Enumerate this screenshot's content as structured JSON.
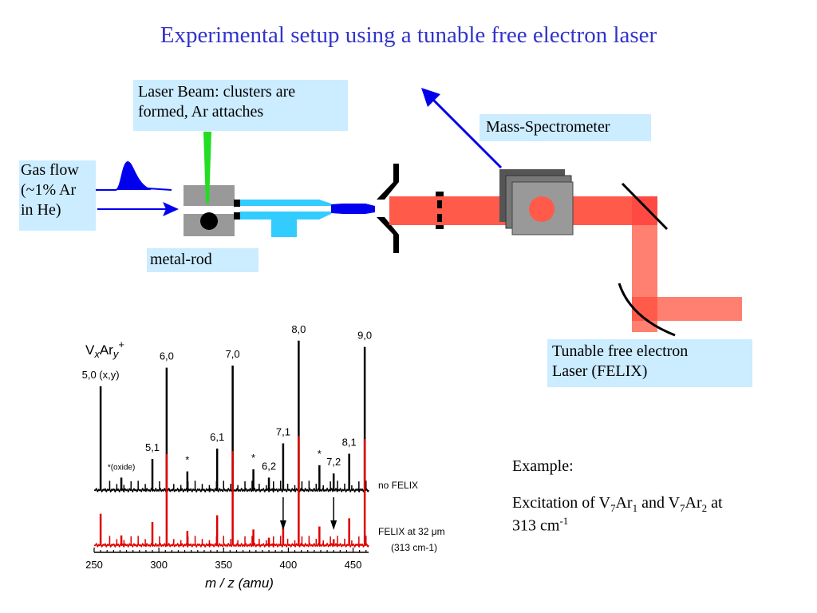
{
  "title": "Experimental setup using a tunable free electron laser",
  "labels": {
    "laser_beam": [
      "Laser Beam: clusters are",
      "formed, Ar attaches"
    ],
    "mass_spec": "Mass-Spectrometer",
    "gas_flow": [
      "Gas flow",
      "(~1% Ar",
      "in He)"
    ],
    "metal_rod": "metal-rod",
    "felix": [
      "Tunable free electron",
      "Laser (FELIX)"
    ]
  },
  "example": {
    "heading": "Example:",
    "text_parts": [
      "Excitation of V",
      "7",
      "Ar",
      "1",
      " and V",
      "7",
      "Ar",
      "2",
      " at",
      "313 cm",
      "-1"
    ]
  },
  "colors": {
    "title": "#3333cc",
    "label_bg": "#ccecff",
    "beam_red": "#ff5a4a",
    "gas_blue": "#0000ee",
    "laser_green": "#22dd22",
    "felix_trace": "#dd0000"
  },
  "chart_data": {
    "type": "line",
    "title": "VxAry+",
    "title_parts": [
      "V",
      "x",
      "Ar",
      "y",
      "+"
    ],
    "xlabel": "m / z (amu)",
    "xlim": [
      250,
      462
    ],
    "x_ticks": [
      "250",
      "300",
      "350",
      "400",
      "450"
    ],
    "series": [
      {
        "name": "no FELIX",
        "color": "#000000"
      },
      {
        "name": "FELIX at 32 μm",
        "sub_label": "(313 cm-1)",
        "color": "#dd0000"
      }
    ],
    "peaks": [
      {
        "mz": 255,
        "nofelix": 1.0,
        "felix": 0.42,
        "label": "5,0 (x,y)"
      },
      {
        "mz": 271,
        "nofelix": 0.12,
        "felix": 0.13,
        "label": "*(oxide)"
      },
      {
        "mz": 295,
        "nofelix": 0.3,
        "felix": 0.31,
        "label": "5,1"
      },
      {
        "mz": 306,
        "nofelix": 1.18,
        "felix": 1.22,
        "label": "6,0"
      },
      {
        "mz": 322,
        "nofelix": 0.18,
        "felix": 0.19,
        "label": "*"
      },
      {
        "mz": 345,
        "nofelix": 0.4,
        "felix": 0.4,
        "label": "6,1"
      },
      {
        "mz": 357,
        "nofelix": 1.2,
        "felix": 1.26,
        "label": "7,0"
      },
      {
        "mz": 373,
        "nofelix": 0.2,
        "felix": 0.21,
        "label": "*"
      },
      {
        "mz": 385,
        "nofelix": 0.12,
        "felix": 0.1,
        "label": "6,2"
      },
      {
        "mz": 396,
        "nofelix": 0.45,
        "felix": 0.33,
        "label": "7,1"
      },
      {
        "mz": 408,
        "nofelix": 1.44,
        "felix": 1.46,
        "label": "8,0"
      },
      {
        "mz": 424,
        "nofelix": 0.24,
        "felix": 0.25,
        "label": "*"
      },
      {
        "mz": 435,
        "nofelix": 0.16,
        "felix": 0.08,
        "label": "7,2"
      },
      {
        "mz": 447,
        "nofelix": 0.35,
        "felix": 0.36,
        "label": "8,1"
      },
      {
        "mz": 459,
        "nofelix": 1.38,
        "felix": 1.42,
        "label": "9,0"
      }
    ],
    "arrows_at_mz": [
      396,
      435
    ]
  }
}
